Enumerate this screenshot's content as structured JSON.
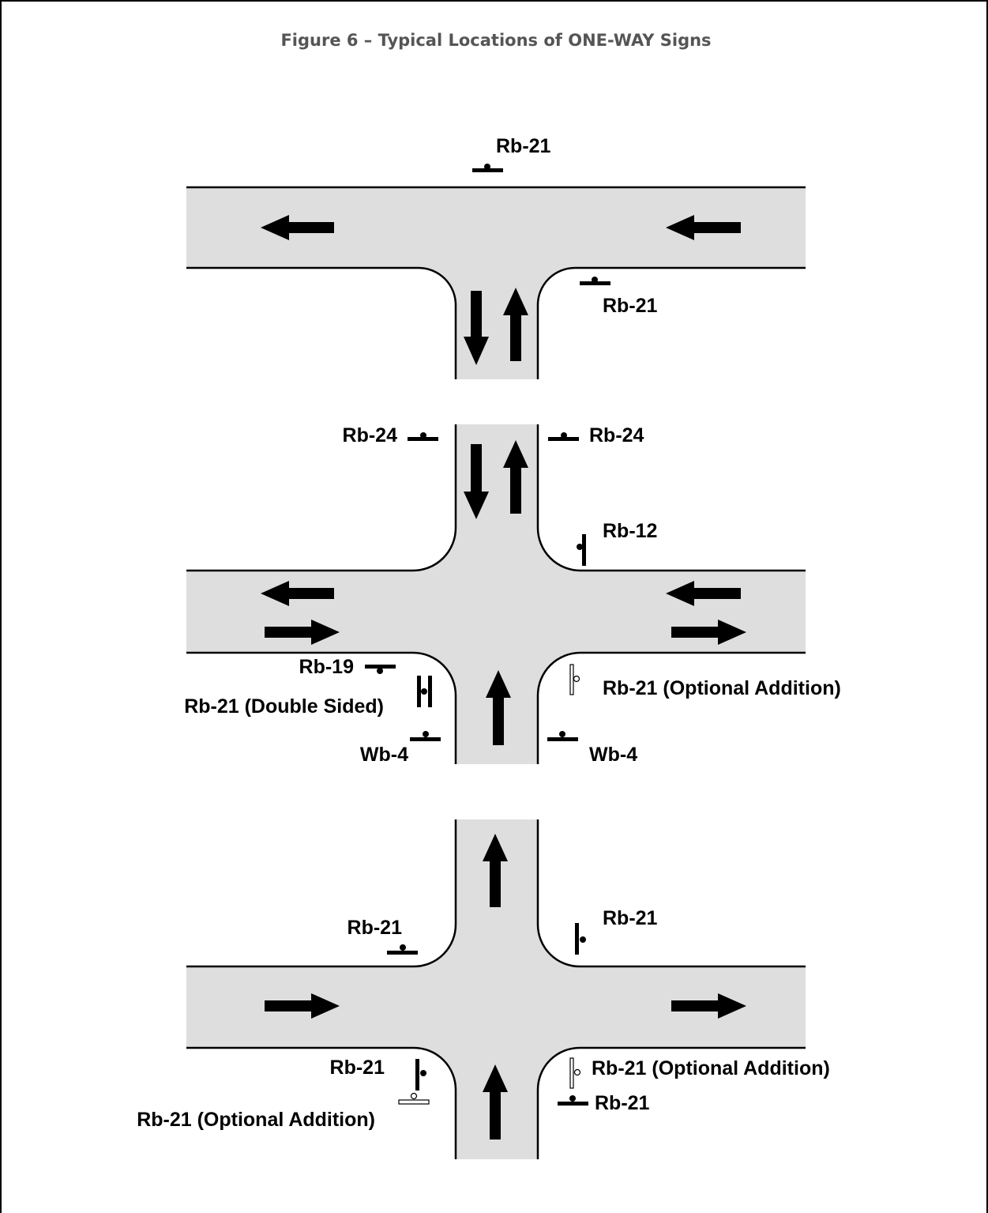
{
  "figure": {
    "title": "Figure 6 – Typical Locations of ONE-WAY Signs"
  },
  "colors": {
    "road": "#dedede",
    "ink": "#000000",
    "title": "#555555",
    "border": "#000000"
  },
  "diagrams": [
    {
      "name": "t-intersection",
      "labels": [
        "Rb-21",
        "Rb-21"
      ]
    },
    {
      "name": "four-way-intersection",
      "labels": [
        "Rb-24",
        "Rb-24",
        "Rb-12",
        "Rb-19",
        "Rb-21 (Double Sided)",
        "Rb-21 (Optional Addition)",
        "Wb-4",
        "Wb-4"
      ]
    },
    {
      "name": "one-way-crossing",
      "labels": [
        "Rb-21",
        "Rb-21",
        "Rb-21",
        "Rb-21 (Optional Addition)",
        "Rb-21",
        "Rb-21 (Optional Addition)"
      ]
    }
  ]
}
